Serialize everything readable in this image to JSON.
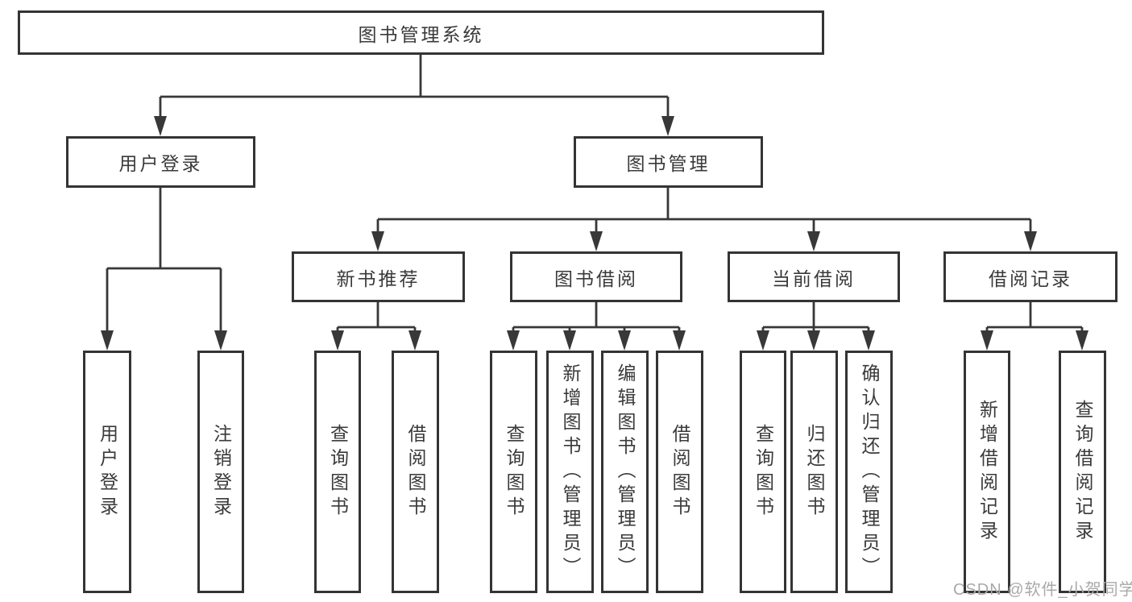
{
  "diagram": {
    "root": {
      "label": "图书管理系统"
    },
    "level2": [
      {
        "id": "user-login",
        "label": "用户登录"
      },
      {
        "id": "book-management",
        "label": "图书管理"
      }
    ],
    "level3": [
      {
        "id": "new-book-recommend",
        "label": "新书推荐",
        "parent": "图书管理"
      },
      {
        "id": "book-borrowing",
        "label": "图书借阅",
        "parent": "图书管理"
      },
      {
        "id": "current-borrowing",
        "label": "当前借阅",
        "parent": "图书管理"
      },
      {
        "id": "borrowing-records",
        "label": "借阅记录",
        "parent": "图书管理"
      }
    ],
    "leaves": [
      {
        "label": "用户登录",
        "parent": "用户登录"
      },
      {
        "label": "注销登录",
        "parent": "用户登录"
      },
      {
        "label": "查询图书",
        "parent": "新书推荐"
      },
      {
        "label": "借阅图书",
        "parent": "新书推荐"
      },
      {
        "label": "查询图书",
        "parent": "图书借阅"
      },
      {
        "label": "新增图书（管理员）",
        "parent": "图书借阅"
      },
      {
        "label": "编辑图书（管理员）",
        "parent": "图书借阅"
      },
      {
        "label": "借阅图书",
        "parent": "图书借阅"
      },
      {
        "label": "查询图书",
        "parent": "当前借阅"
      },
      {
        "label": "归还图书",
        "parent": "当前借阅"
      },
      {
        "label": "确认归还（管理员）",
        "parent": "当前借阅"
      },
      {
        "label": "新增借阅记录",
        "parent": "借阅记录"
      },
      {
        "label": "查询借阅记录",
        "parent": "借阅记录"
      }
    ]
  },
  "watermark": "CSDN @软件_小贺同学",
  "colors": {
    "line": "#383838",
    "box_border": "#343434",
    "text": "#3a3a3a",
    "watermark": "#a9a9a9",
    "background": "#ffffff"
  }
}
